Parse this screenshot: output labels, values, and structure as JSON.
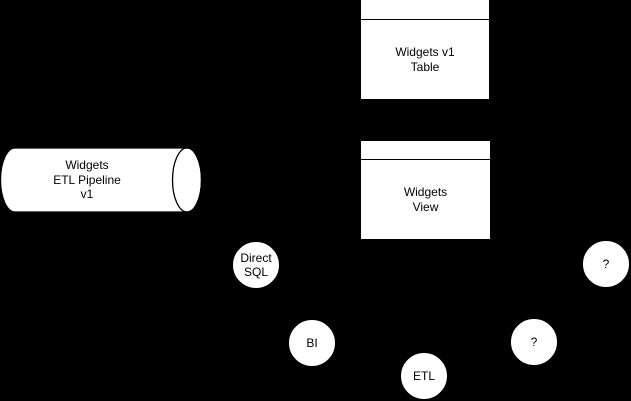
{
  "colors": {
    "background": "#000000",
    "shape-fill": "#ffffff",
    "shape-stroke": "#000000",
    "text": "#000000"
  },
  "nodes": {
    "pipeline": {
      "shape": "horizontal-cylinder",
      "label": "Widgets\nETL Pipeline\nv1"
    },
    "table": {
      "shape": "titled-rectangle",
      "label": "Widgets v1\nTable"
    },
    "view": {
      "shape": "titled-rectangle",
      "label": "Widgets\nView"
    },
    "circles": [
      {
        "shape": "circle",
        "label": "Direct\nSQL"
      },
      {
        "shape": "circle",
        "label": "BI"
      },
      {
        "shape": "circle",
        "label": "ETL"
      },
      {
        "shape": "circle",
        "label": "?"
      },
      {
        "shape": "circle",
        "label": "?"
      }
    ]
  }
}
